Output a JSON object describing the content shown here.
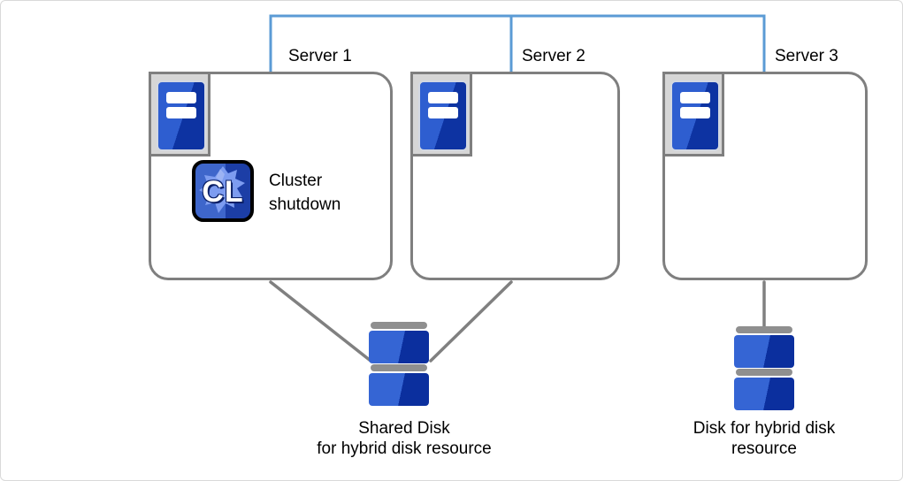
{
  "colors": {
    "interconnect_blue": "#5b9bd5",
    "connector_gray": "#808080",
    "box_border_gray": "#7f7f7f",
    "icon_frame_gray": "#d6d6d6",
    "server_blue_light": "#2e5ed0",
    "server_blue_dark": "#0d33a2",
    "disk_blue_light": "#3565d4",
    "disk_blue_dark": "#0b2f9e",
    "disk_cap_gray": "#8f8f8f",
    "cl_bg_left": "#3e66cb",
    "cl_bg_right": "#1c3ea6",
    "cl_gear": "#7d9cf0",
    "text_color": "#000000"
  },
  "diagram": {
    "servers": [
      {
        "label": "Server 1"
      },
      {
        "label": "Server 2"
      },
      {
        "label": "Server 3"
      }
    ],
    "cluster_action": {
      "icon_text": "CL",
      "lines": [
        "Cluster",
        "shutdown"
      ]
    },
    "disks": [
      {
        "lines": [
          "Shared Disk",
          "for hybrid disk resource"
        ]
      },
      {
        "lines": [
          "Disk for hybrid disk",
          "resource"
        ]
      }
    ]
  }
}
